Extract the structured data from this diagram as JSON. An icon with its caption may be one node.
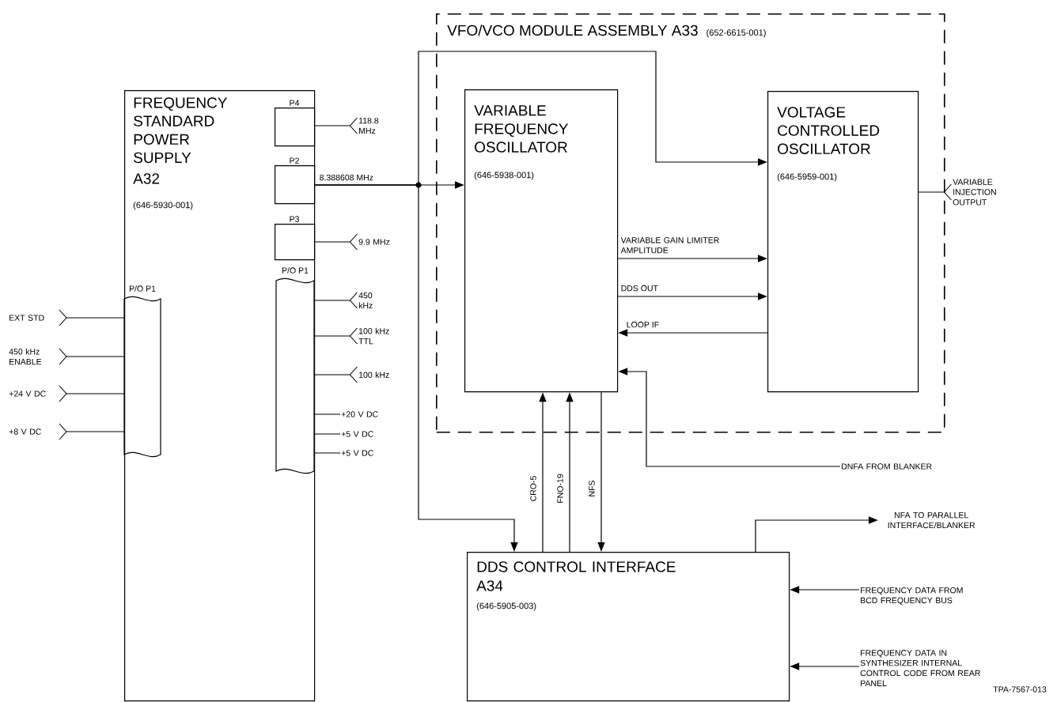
{
  "diagram": {
    "nodes": [
      {
        "text": [
          "FREQUENCY STANDARD POWER SUPPLY",
          "A32",
          "(646-5930-001)"
        ]
      },
      {
        "text": [
          "P4"
        ],
        "in": 0
      },
      {
        "text": [
          "P2"
        ],
        "in": 0
      },
      {
        "text": [
          "P3"
        ],
        "in": 0
      },
      {
        "text": [
          "P/O P1"
        ],
        "in": 0
      },
      {
        "text": [
          "P/O P1"
        ],
        "in": 0
      },
      {
        "text": [
          "VFO/VCO MODULE ASSEMBLY A33",
          "(652-6615-001)"
        ]
      },
      {
        "text": [
          "VARIABLE FREQUENCY OSCILLATOR",
          "(646-5938-001)"
        ],
        "in": 6
      },
      {
        "text": [
          "VOLTAGE CONTROLLED OSCILLATOR",
          "(646-5959-001)"
        ],
        "in": 6
      },
      {
        "text": [
          "DDS CONTROL INTERFACE",
          "A34",
          "(646-5905-003)"
        ]
      },
      {
        "text": [
          "118.8 MHz"
        ]
      },
      {
        "text": [
          "9.9 MHz"
        ]
      },
      {
        "text": [
          "450 kHz"
        ]
      },
      {
        "text": [
          "100 kHz TTL"
        ]
      },
      {
        "text": [
          "100 kHz"
        ]
      },
      {
        "text": [
          "+20 V DC"
        ]
      },
      {
        "text": [
          "+5 V DC"
        ]
      },
      {
        "text": [
          "+5 V DC"
        ]
      },
      {
        "text": [
          "EXT STD"
        ]
      },
      {
        "text": [
          "450 kHz ENABLE"
        ]
      },
      {
        "text": [
          "+24 V DC"
        ]
      },
      {
        "text": [
          "+8 V DC"
        ]
      },
      {
        "text": [
          "VARIABLE INJECTION OUTPUT"
        ]
      },
      {
        "text": [
          "DNFA FROM BLANKER"
        ]
      },
      {
        "text": [
          "NFA TO PARALLEL INTERFACE/BLANKER"
        ]
      },
      {
        "text": [
          "FREQUENCY DATA FROM BCD FREQUENCY BUS"
        ]
      },
      {
        "text": [
          "FREQUENCY DATA IN SYNTHESIZER INTERNAL CONTROL CODE FROM REAR PANEL"
        ]
      }
    ],
    "edges": [
      {
        "from": 1,
        "to": 10,
        "arrow": "other"
      },
      {
        "from": 3,
        "to": 11,
        "arrow": "other"
      },
      {
        "from": 4,
        "to": 12,
        "arrow": "other"
      },
      {
        "from": 4,
        "to": 13,
        "arrow": "other"
      },
      {
        "from": 4,
        "to": 14,
        "arrow": "other"
      },
      {
        "from": 4,
        "to": 15,
        "arrow": "none"
      },
      {
        "from": 4,
        "to": 16,
        "arrow": "none"
      },
      {
        "from": 4,
        "to": 17,
        "arrow": "none"
      },
      {
        "from": 18,
        "to": 5,
        "arrow": "other"
      },
      {
        "from": 19,
        "to": 5,
        "arrow": "other"
      },
      {
        "from": 20,
        "to": 5,
        "arrow": "other"
      },
      {
        "from": 21,
        "to": 5,
        "arrow": "other"
      },
      {
        "from": 2,
        "to": 7,
        "arrow": "to",
        "label": "8.388608 MHz"
      },
      {
        "from": 2,
        "to": 8,
        "arrow": "to"
      },
      {
        "from": 2,
        "to": 9,
        "arrow": "to"
      },
      {
        "from": 7,
        "to": 8,
        "arrow": "to",
        "label": "VARIABLE GAIN LIMITER AMPLITUDE"
      },
      {
        "from": 7,
        "to": 8,
        "arrow": "to",
        "label": "DDS OUT"
      },
      {
        "from": 8,
        "to": 7,
        "arrow": "to",
        "label": "LOOP IF"
      },
      {
        "from": 9,
        "to": 7,
        "arrow": "to",
        "label": "CRO-5"
      },
      {
        "from": 9,
        "to": 7,
        "arrow": "to",
        "label": "FNO-19"
      },
      {
        "from": 7,
        "to": 9,
        "arrow": "to",
        "label": "NFS"
      },
      {
        "from": 8,
        "to": 22,
        "arrow": "other"
      },
      {
        "from": 23,
        "to": 7,
        "arrow": "to"
      },
      {
        "from": 9,
        "to": 24,
        "arrow": "to"
      },
      {
        "from": 25,
        "to": 9,
        "arrow": "to"
      },
      {
        "from": 26,
        "to": 9,
        "arrow": "to"
      }
    ],
    "labels": [
      "TPA-7567-013"
    ]
  }
}
